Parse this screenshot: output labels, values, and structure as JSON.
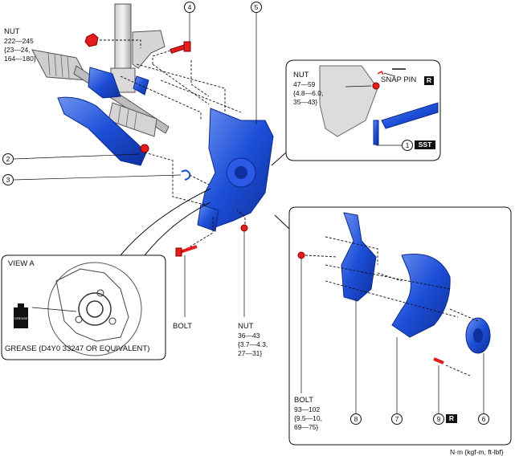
{
  "labels": {
    "nut_top_left": {
      "title": "NUT",
      "line1": "222—245",
      "line2": "{23—24,",
      "line3": "164—180}"
    },
    "nut_inset": {
      "title": "NUT",
      "line1": "47—59",
      "line2": "{4.8—6.0,",
      "line3": "35—43}"
    },
    "snap_pin": "SNAP PIN",
    "r_mark": "R",
    "sst_mark": "SST",
    "view_a": "VIEW A",
    "grease_note": "GREASE (D4Y0 33247 OR EQUIVALENT)",
    "grease_can": "GREASE",
    "bolt_lower": "BOLT",
    "nut_lower": {
      "title": "NUT",
      "line1": "36—43",
      "line2": "{3.7—4.3,",
      "line3": "27—31}"
    },
    "bolt_exploded": {
      "title": "BOLT",
      "line1": "93—102",
      "line2": "{9.5—10,",
      "line3": "69—75}"
    },
    "units": "N·m {kgf-m, ft-lbf}"
  },
  "callouts": [
    "1",
    "2",
    "3",
    "4",
    "5",
    "6",
    "7",
    "8",
    "9"
  ],
  "colors": {
    "part_blue": "#1d4fd8",
    "part_dark": "#0f2f9a",
    "part_light": "#6f93f0",
    "fastener_red": "#e21d1d",
    "line": "#111111",
    "gray": "#9a9a9a"
  }
}
